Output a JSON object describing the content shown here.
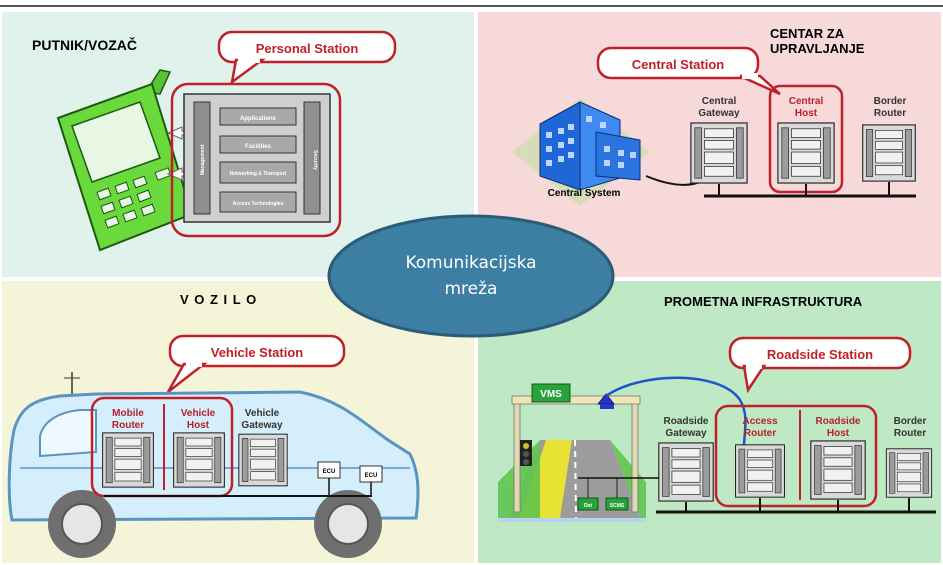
{
  "quadrants": {
    "top_left": {
      "title": "PUTNIK/VOZAČ",
      "callout": "Personal Station",
      "color": "#dff3ec"
    },
    "top_right": {
      "title_line1": "CENTAR ZA",
      "title_line2": "UPRAVLJANJE",
      "callout": "Central Station",
      "color": "#f7d9da"
    },
    "bottom_left": {
      "title": "V O Z I L O",
      "callout": "Vehicle Station",
      "color": "#f4f5d8"
    },
    "bottom_right": {
      "title": "PROMETNA INFRASTRUKTURA",
      "callout": "Roadside Station",
      "color": "#bfe8c4"
    }
  },
  "center": {
    "line1": "Komunikacijska",
    "line2": "mreža",
    "fill": "#3d7fa3"
  },
  "personal": {
    "layers": [
      "Applications",
      "Facilities",
      "Networking & Transport",
      "Access Technologies"
    ],
    "left_bar": "Management",
    "right_bar": "Security"
  },
  "central": {
    "nodes": [
      {
        "line1": "Central",
        "line2": "Gateway"
      },
      {
        "line1": "Central",
        "line2": "Host"
      },
      {
        "line1": "Border",
        "line2": "Router"
      }
    ],
    "system_label": "Central System"
  },
  "vehicle": {
    "nodes": [
      {
        "line1": "Mobile",
        "line2": "Router"
      },
      {
        "line1": "Vehicle",
        "line2": "Host"
      },
      {
        "line1": "Vehicle",
        "line2": "Gateway"
      }
    ],
    "ecu": [
      "ECU",
      "ECU"
    ]
  },
  "roadside": {
    "nodes": [
      {
        "line1": "Roadside",
        "line2": "Gateway"
      },
      {
        "line1": "Access",
        "line2": "Router"
      },
      {
        "line1": "Roadside",
        "line2": "Host"
      },
      {
        "line1": "Border",
        "line2": "Router"
      }
    ],
    "vms": "VMS",
    "sensors": [
      "Det",
      "SCMS"
    ]
  },
  "accent": {
    "callout_red": "#c0202a",
    "text_red": "#b8202a",
    "node_black": "#111111"
  }
}
